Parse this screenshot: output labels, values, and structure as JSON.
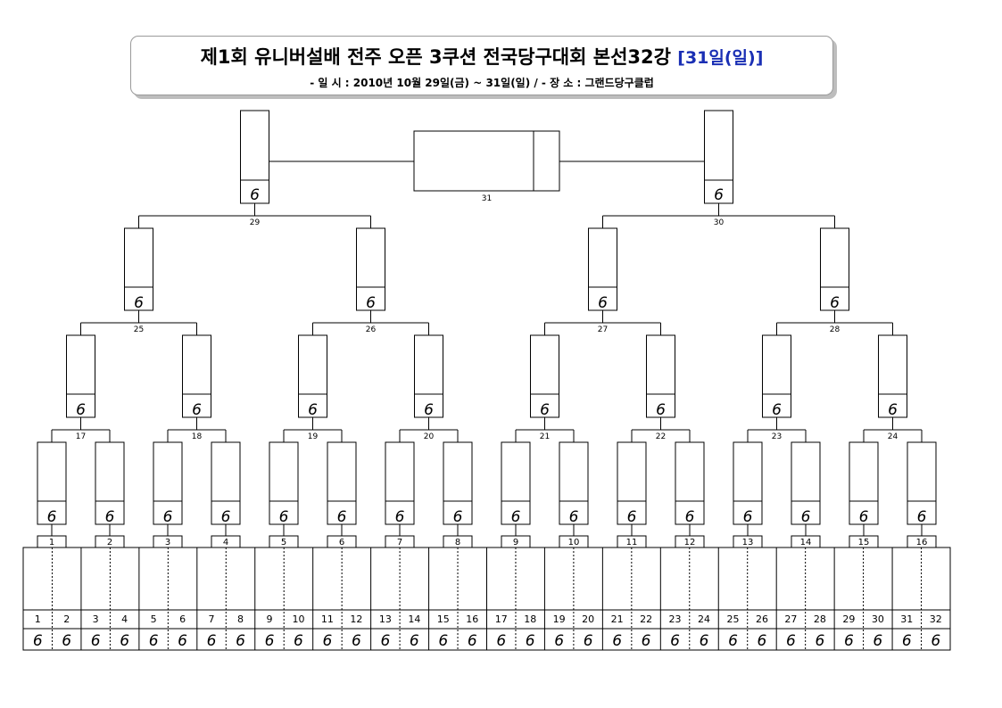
{
  "header": {
    "title": "제1회 유니버설배 전주 오픈 3쿠션 전국당구대회 본선32강",
    "title_date": "[31일(일)]",
    "subtitle": "- 일 시 : 2010년 10월 29일(금) ~ 31일(일)   /   - 장 소 : 그랜드당구클럽"
  },
  "colors": {
    "accent": "#1a2fb4",
    "line": "#000000"
  },
  "score_mark": "6",
  "bracket": {
    "players": [
      "1",
      "2",
      "3",
      "4",
      "5",
      "6",
      "7",
      "8",
      "9",
      "10",
      "11",
      "12",
      "13",
      "14",
      "15",
      "16",
      "17",
      "18",
      "19",
      "20",
      "21",
      "22",
      "23",
      "24",
      "25",
      "26",
      "27",
      "28",
      "29",
      "30",
      "31",
      "32"
    ],
    "round_32_matches": [
      "1",
      "2",
      "3",
      "4",
      "5",
      "6",
      "7",
      "8",
      "9",
      "10",
      "11",
      "12",
      "13",
      "14",
      "15",
      "16"
    ],
    "round_16_matches": [
      "17",
      "18",
      "19",
      "20",
      "21",
      "22",
      "23",
      "24"
    ],
    "quarterfinal_matches": [
      "25",
      "26",
      "27",
      "28"
    ],
    "semifinal_matches": [
      "29",
      "30"
    ],
    "final_match": "31"
  }
}
